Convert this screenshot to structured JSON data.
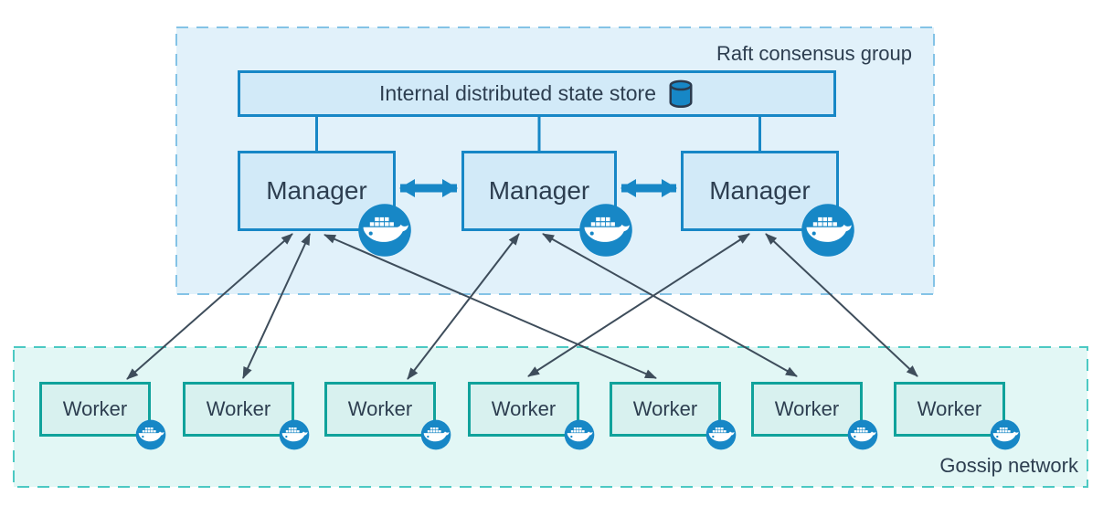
{
  "raft": {
    "label": "Raft consensus group",
    "store": {
      "label": "Internal distributed state store",
      "icon": "database-cylinder-icon"
    },
    "managers": [
      {
        "label": "Manager",
        "icon": "docker-whale-icon"
      },
      {
        "label": "Manager",
        "icon": "docker-whale-icon"
      },
      {
        "label": "Manager",
        "icon": "docker-whale-icon"
      }
    ]
  },
  "gossip": {
    "label": "Gossip network",
    "workers": [
      {
        "label": "Worker",
        "icon": "docker-whale-icon"
      },
      {
        "label": "Worker",
        "icon": "docker-whale-icon"
      },
      {
        "label": "Worker",
        "icon": "docker-whale-icon"
      },
      {
        "label": "Worker",
        "icon": "docker-whale-icon"
      },
      {
        "label": "Worker",
        "icon": "docker-whale-icon"
      },
      {
        "label": "Worker",
        "icon": "docker-whale-icon"
      },
      {
        "label": "Worker",
        "icon": "docker-whale-icon"
      }
    ]
  },
  "connections": {
    "store_links": [
      "manager-1",
      "manager-2",
      "manager-3"
    ],
    "manager_peer_links": [
      {
        "from": "manager-1",
        "to": "manager-2",
        "style": "thick-double-arrow"
      },
      {
        "from": "manager-2",
        "to": "manager-3",
        "style": "thick-double-arrow"
      }
    ],
    "manager_worker_links": [
      {
        "from": "manager-1",
        "to": "worker-1"
      },
      {
        "from": "manager-1",
        "to": "worker-2"
      },
      {
        "from": "manager-1",
        "to": "worker-5"
      },
      {
        "from": "manager-2",
        "to": "worker-3"
      },
      {
        "from": "manager-2",
        "to": "worker-6"
      },
      {
        "from": "manager-3",
        "to": "worker-4"
      },
      {
        "from": "manager-3",
        "to": "worker-7"
      }
    ]
  },
  "colors": {
    "docker_blue": "#1787c6",
    "blue_box_fill": "#d2eaf8",
    "raft_bg": "#e1f1fa",
    "raft_dash": "#84c3e6",
    "teal_border": "#10a29b",
    "worker_fill": "#d8f1ef",
    "gossip_bg": "#e2f7f5",
    "gossip_dash": "#4cc9c3",
    "arrow_dark": "#3e4d5b",
    "text_dark": "#2d3e50"
  }
}
